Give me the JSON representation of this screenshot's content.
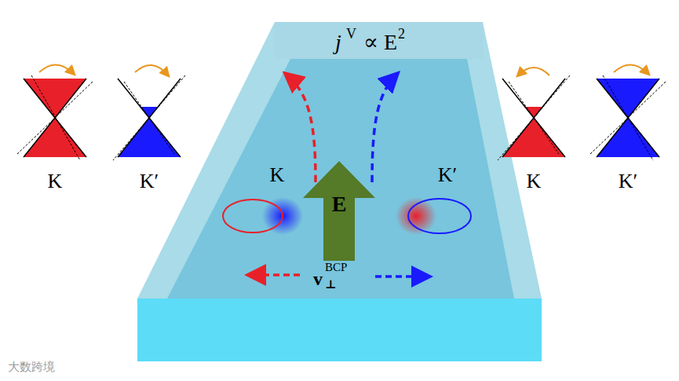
{
  "diagram": {
    "labels": [
      "K",
      "K′",
      "K",
      "K′",
      "j",
      "V",
      "∝ E",
      "2",
      "K",
      "K′",
      "E",
      "v",
      "⊥",
      "BCP",
      "大数跨境"
    ]
  }
}
